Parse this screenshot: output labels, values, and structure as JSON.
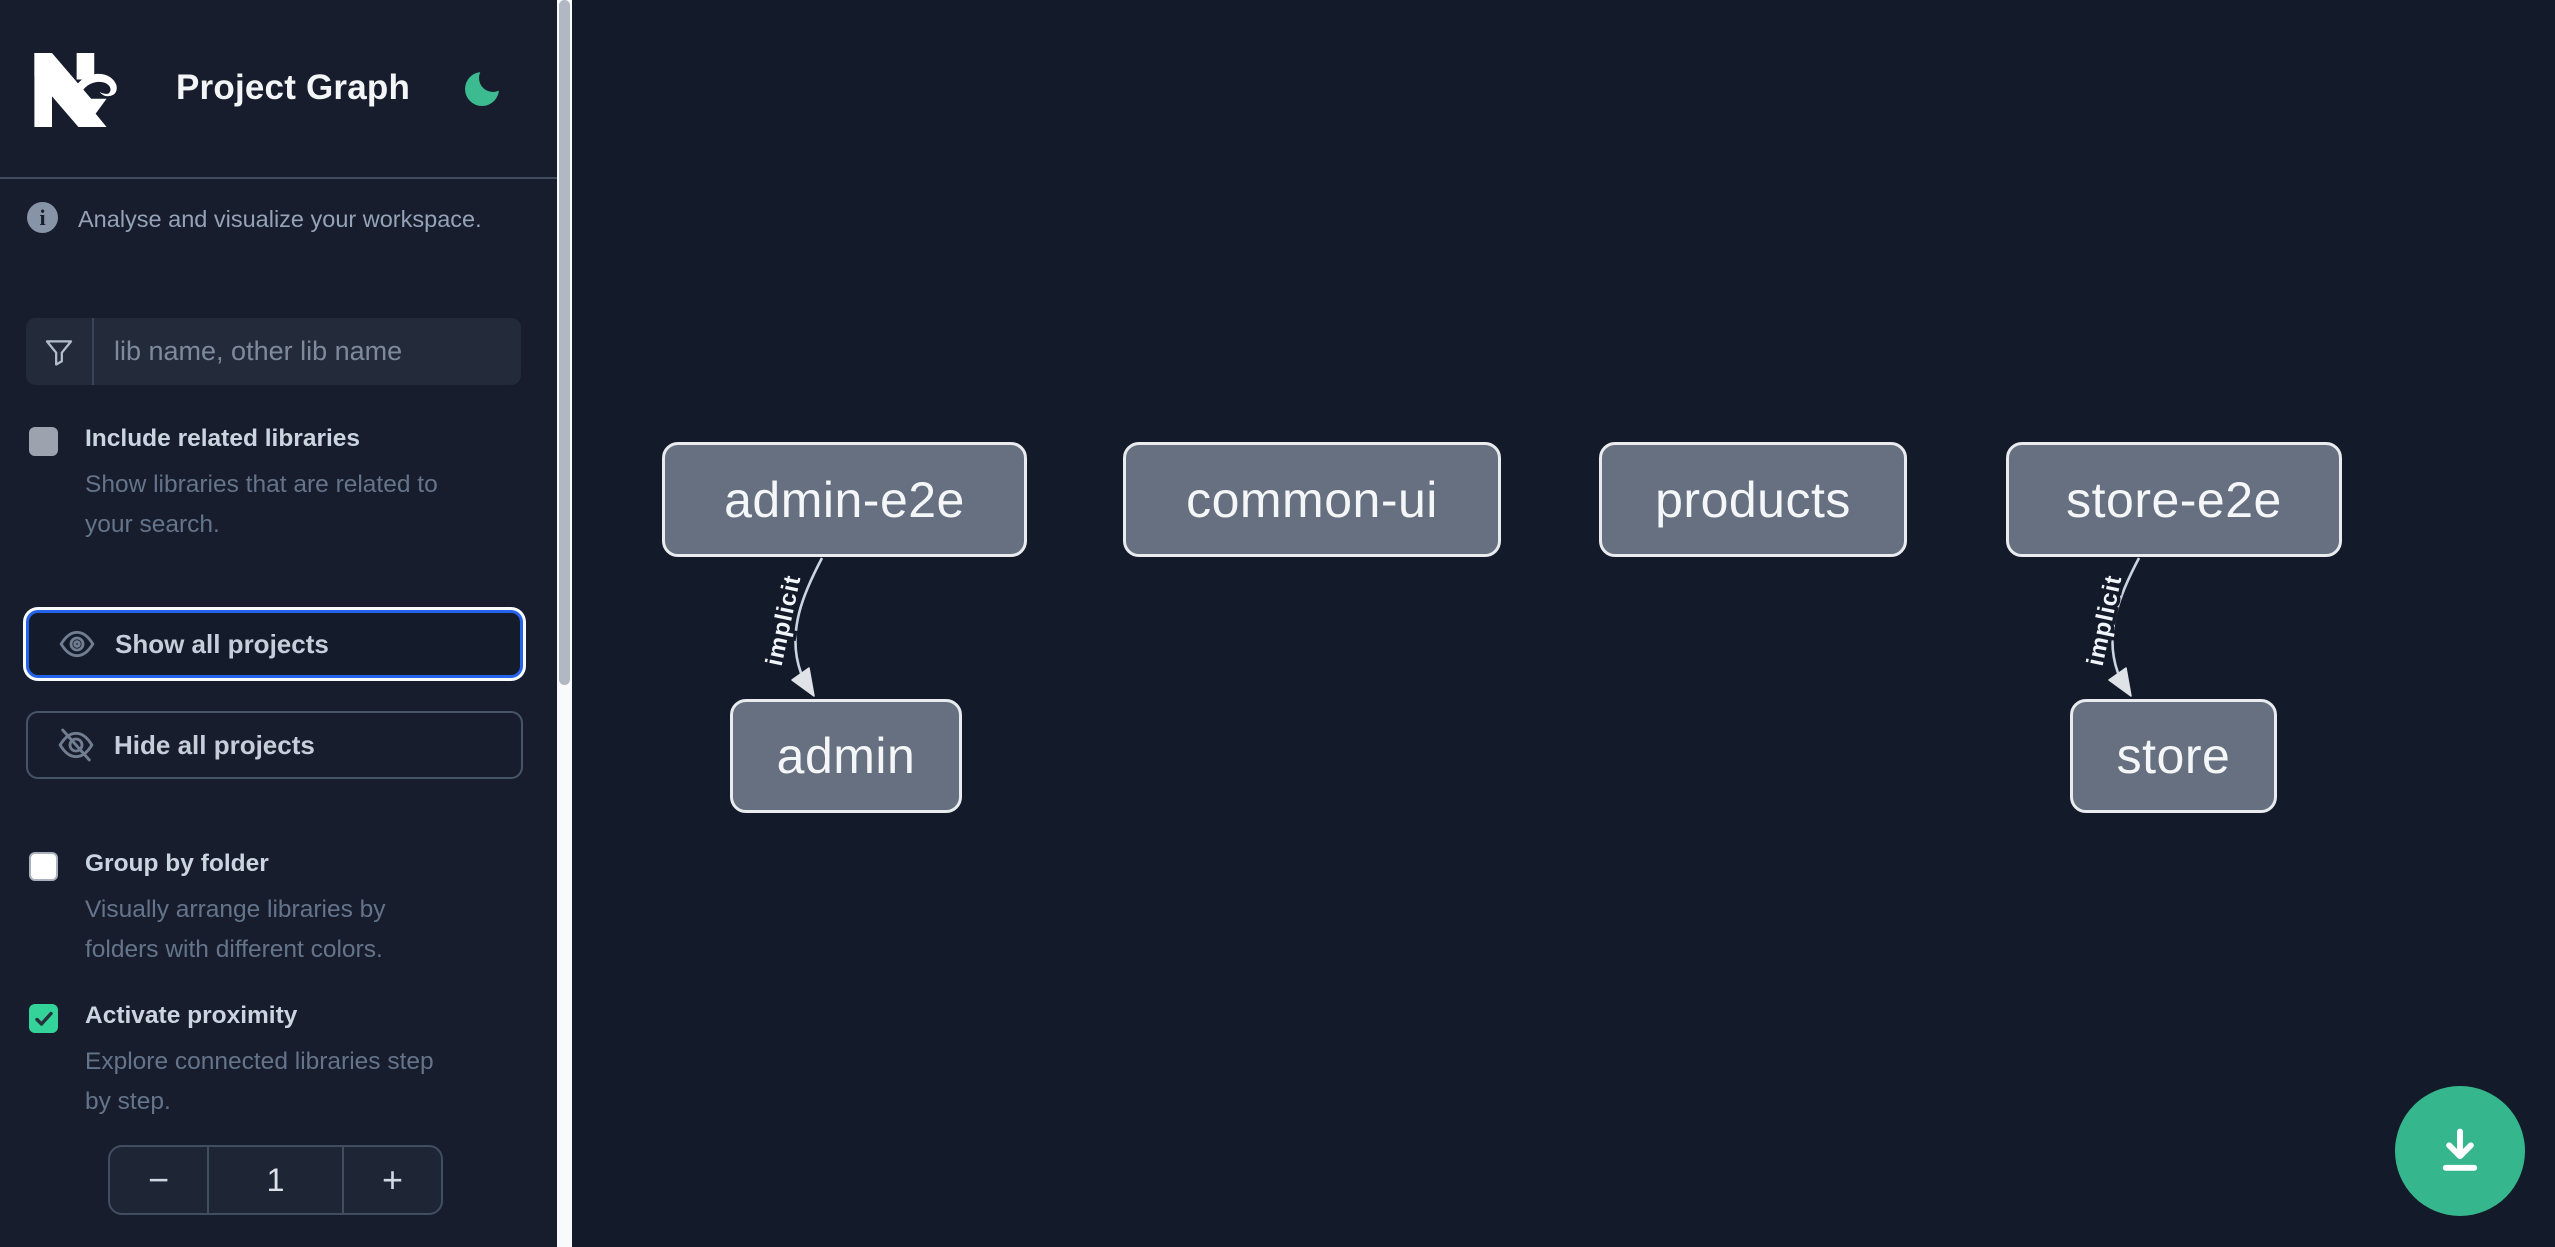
{
  "header": {
    "logo": "Nx",
    "title": "Project Graph"
  },
  "sidebar": {
    "info_text": "Analyse and visualize your workspace.",
    "filter": {
      "placeholder": "lib name, other lib name",
      "value": ""
    },
    "checkboxes": [
      {
        "label": "Include related libraries",
        "description_lines": [
          "Show libraries that are related to",
          "your search."
        ],
        "checked": false,
        "disabled": true
      },
      {
        "label": "Group by folder",
        "description_lines": [
          "Visually arrange libraries by",
          "folders with different colors."
        ],
        "checked": false
      },
      {
        "label": "Activate proximity",
        "description_lines": [
          "Explore connected libraries step",
          "by step."
        ],
        "checked": true
      }
    ],
    "buttons": {
      "show_all": {
        "label": "Show all projects",
        "focused": true
      },
      "hide_all": {
        "label": "Hide all projects",
        "focused": false
      }
    },
    "proximity_stepper": {
      "decrement": "−",
      "value": "1",
      "increment": "+"
    }
  },
  "graph": {
    "nodes": [
      {
        "id": "admin-e2e"
      },
      {
        "id": "common-ui"
      },
      {
        "id": "products"
      },
      {
        "id": "store-e2e"
      },
      {
        "id": "admin"
      },
      {
        "id": "store"
      }
    ],
    "edges": [
      {
        "source": "admin-e2e",
        "target": "admin",
        "label": "implicit"
      },
      {
        "source": "store-e2e",
        "target": "store",
        "label": "implicit"
      }
    ]
  },
  "icons": {
    "theme_toggle": "moon-icon",
    "info": "info-icon",
    "filter": "funnel-icon",
    "show_all": "eye-icon",
    "hide_all": "eye-off-icon",
    "fab": "download-icon"
  },
  "colors": {
    "canvas_bg": "#131a29",
    "sidebar_bg": "#171d2c",
    "node_fill": "#667080",
    "node_border": "#e9ebee",
    "accent_green": "#35b68c",
    "checkbox_green": "#34d399",
    "focus_blue": "#2563eb"
  }
}
